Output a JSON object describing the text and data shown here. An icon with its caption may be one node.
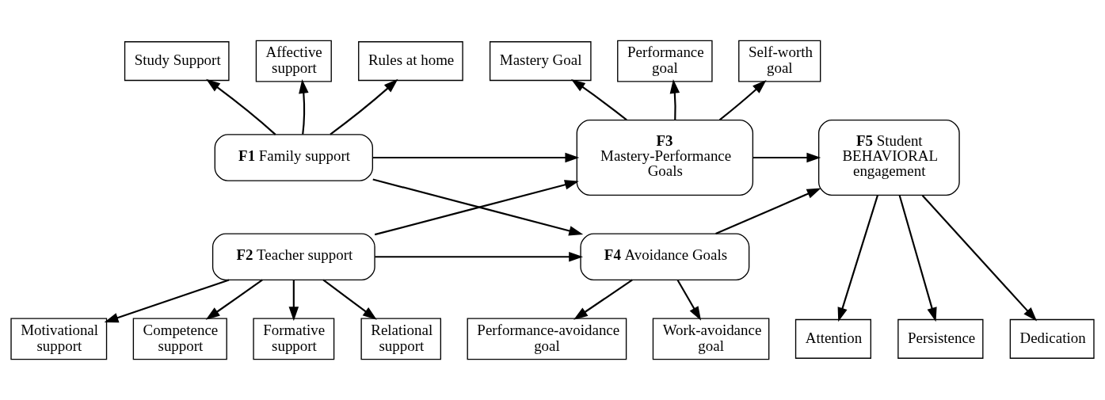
{
  "diagram": {
    "nodes": [
      {
        "text": [
          "Study Support"
        ]
      },
      {
        "text": [
          "Affective support"
        ]
      },
      {
        "text": [
          "Rules at home"
        ]
      },
      {
        "text": [
          "Mastery Goal"
        ]
      },
      {
        "text": [
          "Performance goal"
        ]
      },
      {
        "text": [
          "Self-worth goal"
        ]
      },
      {
        "text": [
          "**F1** Family support"
        ]
      },
      {
        "text": [
          "**F3** Mastery-Performance Goals"
        ]
      },
      {
        "text": [
          "**F5** Student BEHAVIORAL engagement"
        ]
      },
      {
        "text": [
          "**F2** Teacher support"
        ]
      },
      {
        "text": [
          "**F4** Avoidance Goals"
        ]
      },
      {
        "text": [
          "Attention"
        ]
      },
      {
        "text": [
          "Persistence"
        ]
      },
      {
        "text": [
          "Dedication"
        ]
      },
      {
        "text": [
          "Motivational support"
        ]
      },
      {
        "text": [
          "Competence support"
        ]
      },
      {
        "text": [
          "Performance-avoidance goal"
        ]
      },
      {
        "text": [
          "Work-avoidance goal"
        ]
      },
      {
        "text": [
          "Formative support"
        ]
      },
      {
        "text": [
          "Relational support"
        ]
      }
    ],
    "edges": [
      {
        "from": 6,
        "to": 0,
        "arrow": "to"
      },
      {
        "from": 6,
        "to": 1,
        "arrow": "to"
      },
      {
        "from": 6,
        "to": 2,
        "arrow": "to"
      },
      {
        "from": 7,
        "to": 3,
        "arrow": "to"
      },
      {
        "from": 7,
        "to": 4,
        "arrow": "to"
      },
      {
        "from": 7,
        "to": 5,
        "arrow": "to"
      },
      {
        "from": 6,
        "to": 7,
        "arrow": "to"
      },
      {
        "from": 6,
        "to": 10,
        "arrow": "to"
      },
      {
        "from": 9,
        "to": 7,
        "arrow": "to"
      },
      {
        "from": 9,
        "to": 10,
        "arrow": "to"
      },
      {
        "from": 7,
        "to": 8,
        "arrow": "to"
      },
      {
        "from": 10,
        "to": 8,
        "arrow": "to"
      },
      {
        "from": 8,
        "to": 11,
        "arrow": "to"
      },
      {
        "from": 8,
        "to": 12,
        "arrow": "to"
      },
      {
        "from": 8,
        "to": 13,
        "arrow": "to"
      },
      {
        "from": 9,
        "to": 14,
        "arrow": "to"
      },
      {
        "from": 9,
        "to": 18,
        "arrow": "to"
      },
      {
        "from": 9,
        "to": 19,
        "arrow": "to"
      },
      {
        "from": 9,
        "to": 15,
        "arrow": "to"
      },
      {
        "from": 10,
        "to": 16,
        "arrow": "to"
      },
      {
        "from": 10,
        "to": 17,
        "arrow": "to"
      }
    ]
  }
}
